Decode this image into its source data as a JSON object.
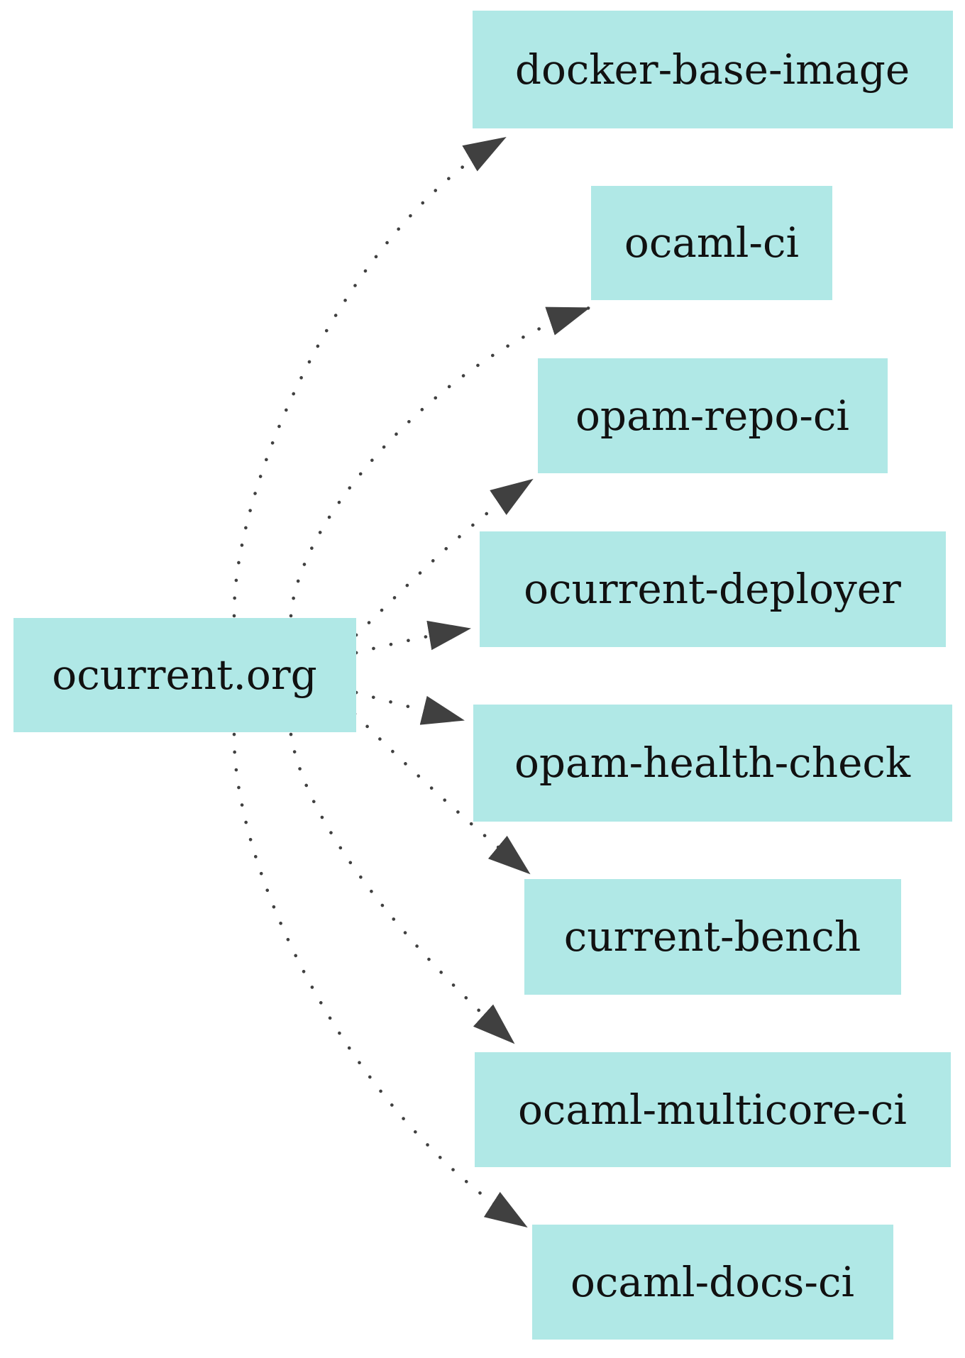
{
  "diagram": {
    "type": "dependency-graph",
    "source_node": {
      "id": "ocurrent-org",
      "label": "ocurrent.org"
    },
    "target_nodes": [
      {
        "id": "docker-base-image",
        "label": "docker-base-image"
      },
      {
        "id": "ocaml-ci",
        "label": "ocaml-ci"
      },
      {
        "id": "opam-repo-ci",
        "label": "opam-repo-ci"
      },
      {
        "id": "ocurrent-deployer",
        "label": "ocurrent-deployer"
      },
      {
        "id": "opam-health-check",
        "label": "opam-health-check"
      },
      {
        "id": "current-bench",
        "label": "current-bench"
      },
      {
        "id": "ocaml-multicore-ci",
        "label": "ocaml-multicore-ci"
      },
      {
        "id": "ocaml-docs-ci",
        "label": "ocaml-docs-ci"
      }
    ],
    "edges": [
      {
        "from": "ocurrent.org",
        "to": "docker-base-image",
        "style": "dotted"
      },
      {
        "from": "ocurrent.org",
        "to": "ocaml-ci",
        "style": "dotted"
      },
      {
        "from": "ocurrent.org",
        "to": "opam-repo-ci",
        "style": "dotted"
      },
      {
        "from": "ocurrent.org",
        "to": "ocurrent-deployer",
        "style": "dotted"
      },
      {
        "from": "ocurrent.org",
        "to": "opam-health-check",
        "style": "dotted"
      },
      {
        "from": "ocurrent.org",
        "to": "current-bench",
        "style": "dotted"
      },
      {
        "from": "ocurrent.org",
        "to": "ocaml-multicore-ci",
        "style": "dotted"
      },
      {
        "from": "ocurrent.org",
        "to": "ocaml-docs-ci",
        "style": "dotted"
      }
    ],
    "colors": {
      "node_fill": "#b0e8e6",
      "edge": "#404040",
      "text": "#111111",
      "background": "#ffffff"
    }
  }
}
